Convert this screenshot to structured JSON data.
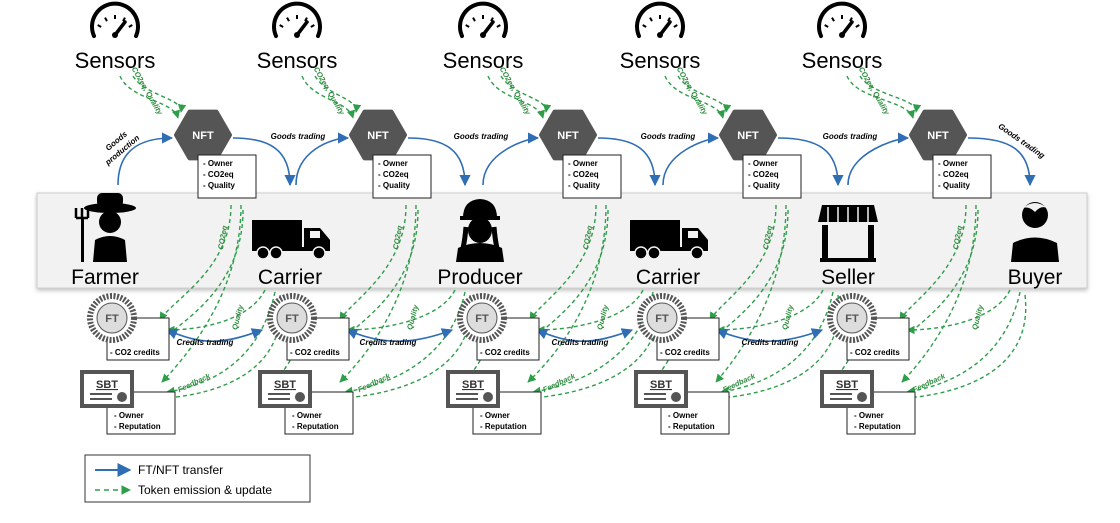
{
  "sensors": [
    "Sensors",
    "Sensors",
    "Sensors",
    "Sensors",
    "Sensors"
  ],
  "actors": [
    "Farmer",
    "Carrier",
    "Producer",
    "Carrier",
    "Seller",
    "Buyer"
  ],
  "nft": {
    "label": "NFT",
    "attributes": [
      "- Owner",
      "- CO2eq",
      "- Quality"
    ]
  },
  "ft": {
    "label": "FT",
    "attributes": [
      "- CO2 credits"
    ]
  },
  "sbt": {
    "label": "SBT",
    "attributes": [
      "- Owner",
      "- Reputation"
    ]
  },
  "flows": {
    "goods_production_line1": "Goods",
    "goods_production_line2": "production",
    "goods_trading": "Goods trading",
    "credits_trading": "Credits trading",
    "sensor_emission": "CO2eq, Quality",
    "co2eq": "CO2eq",
    "quality": "Quality",
    "feedback": "Feedback"
  },
  "legend": {
    "transfer": "FT/NFT transfer",
    "emission": "Token emission & update"
  },
  "colors": {
    "transfer_arrow": "#2f6db5",
    "emission_arrow": "#2e9e4a",
    "band": "#f2f2f2",
    "token_icon": "#555555"
  },
  "icons": {
    "sensor": "gauge-icon",
    "nft": "hexagon-icon",
    "ft": "coin-icon",
    "sbt": "certificate-icon",
    "farmer": "farmer-icon",
    "carrier": "truck-icon",
    "producer": "worker-icon",
    "seller": "store-icon",
    "buyer": "person-icon"
  }
}
